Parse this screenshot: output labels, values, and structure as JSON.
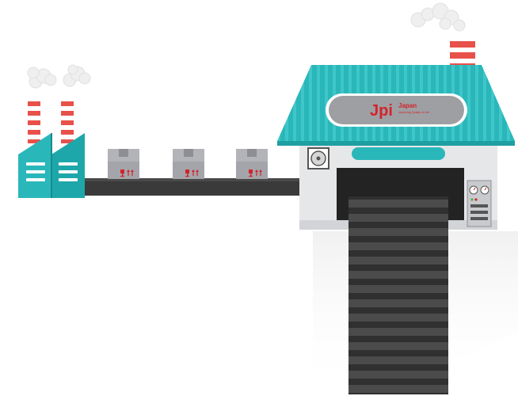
{
  "scene": {
    "logo": {
      "mark": "Jpi",
      "word": "Japan",
      "tagline": "Improving Quality of Life"
    },
    "box_count": 3,
    "box_symbols": [
      "fragile-glass-icon",
      "this-way-up-icon"
    ],
    "colors": {
      "teal": "#2ab7ba",
      "teal_dark": "#1e9fa2",
      "chimney_red": "#e8514a",
      "conveyor": "#3a3a3a",
      "building_wall": "#e6e7e9",
      "box": "#a4a5aa",
      "logo_red": "#d2232a"
    }
  }
}
